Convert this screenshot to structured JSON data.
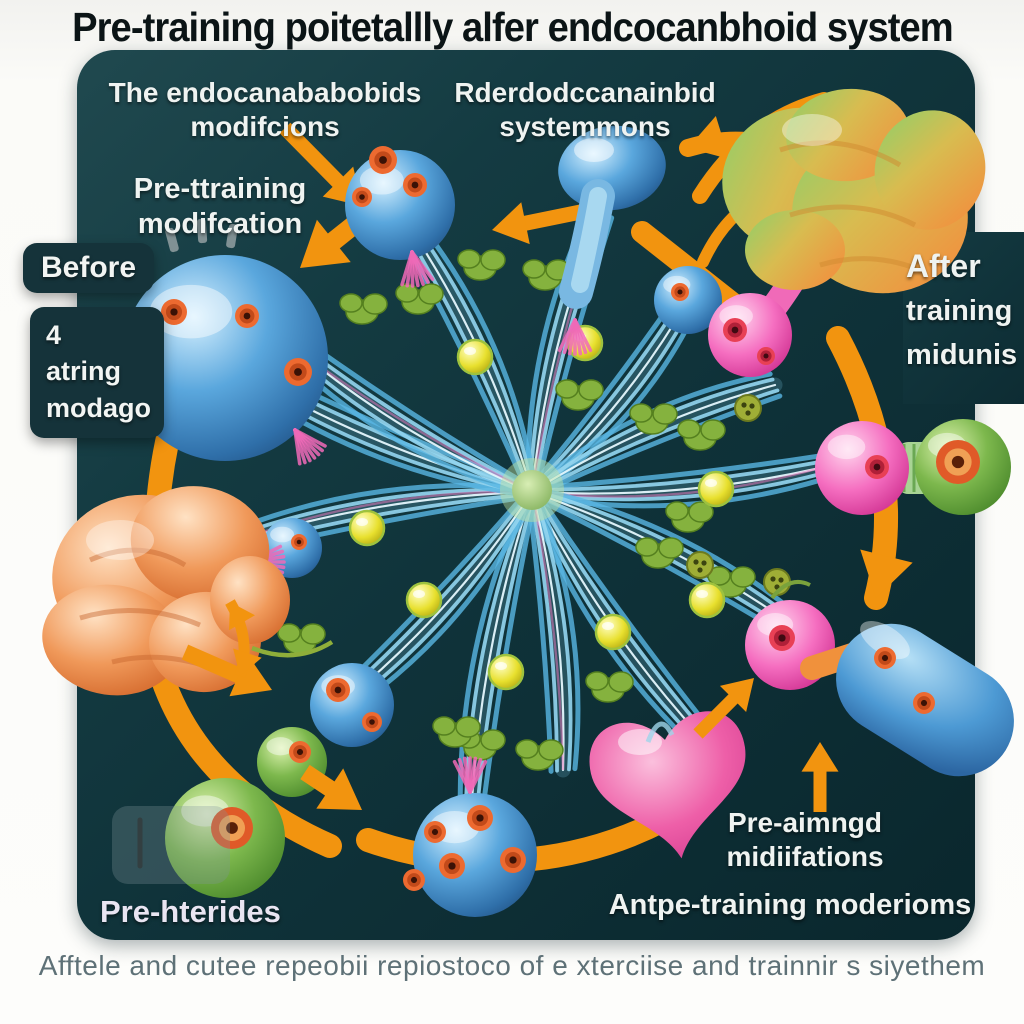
{
  "title": "Pre-training poitetallly alfer endcocanbhoid system",
  "caption": "Afftele and cutee repeobii repiostoco of e xterciise and trainnir s siyethem",
  "labels": {
    "endocannabinoid": {
      "line1": "The endocanababobids",
      "line2": "modifcions"
    },
    "receptor_system": {
      "line1": "Rderdodccanainbid",
      "line2": "systemmons"
    },
    "pre_training": {
      "line1": "Pre-ttraining",
      "line2": "modifcation"
    },
    "before_badge": "Before",
    "timeline_badge": {
      "line1": "4",
      "line2": "atring",
      "line3": "modago"
    },
    "after_badge": {
      "line1": "After",
      "line2": "training",
      "line3": "midunis"
    },
    "pre_aimed": {
      "line1": "Pre-aimngd",
      "line2": "midiifations"
    },
    "post_training": "Antpe-training moderioms",
    "pre_hterides": "Pre-hterides"
  },
  "colors": {
    "panel_background": "#113239",
    "arrow_orange": "#f2940f",
    "cell_blue": "#4f9fd8",
    "vesicle_green": "#85b23e",
    "sphere_yellow": "#e8e02e",
    "cell_pink": "#f06ab8",
    "heart_pink": "#ee5fa8",
    "receptor_spot_orange": "#ed6a30",
    "title_text": "#0b1416",
    "label_text": "#eff3f1",
    "caption_text": "#5e7177"
  },
  "icons": [
    "brain-icon",
    "heart-icon",
    "neuron-icon",
    "synapse-cell-icon",
    "vesicle-icon",
    "capsule-icon",
    "cycle-arrow-icon"
  ]
}
